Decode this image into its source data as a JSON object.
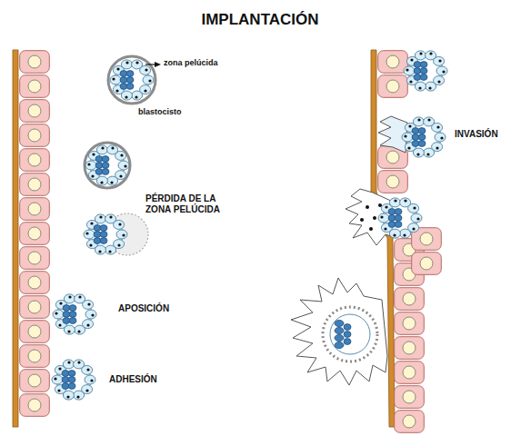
{
  "diagram": {
    "title": "IMPLANTACIÓN",
    "labels": [
      "zona pelúcida",
      "blastocisto",
      "PÉRDIDA DE LA ZONA PELÚCIDA",
      "APOSICIÓN",
      "ADHESIÓN",
      "INVASIÓN"
    ]
  }
}
